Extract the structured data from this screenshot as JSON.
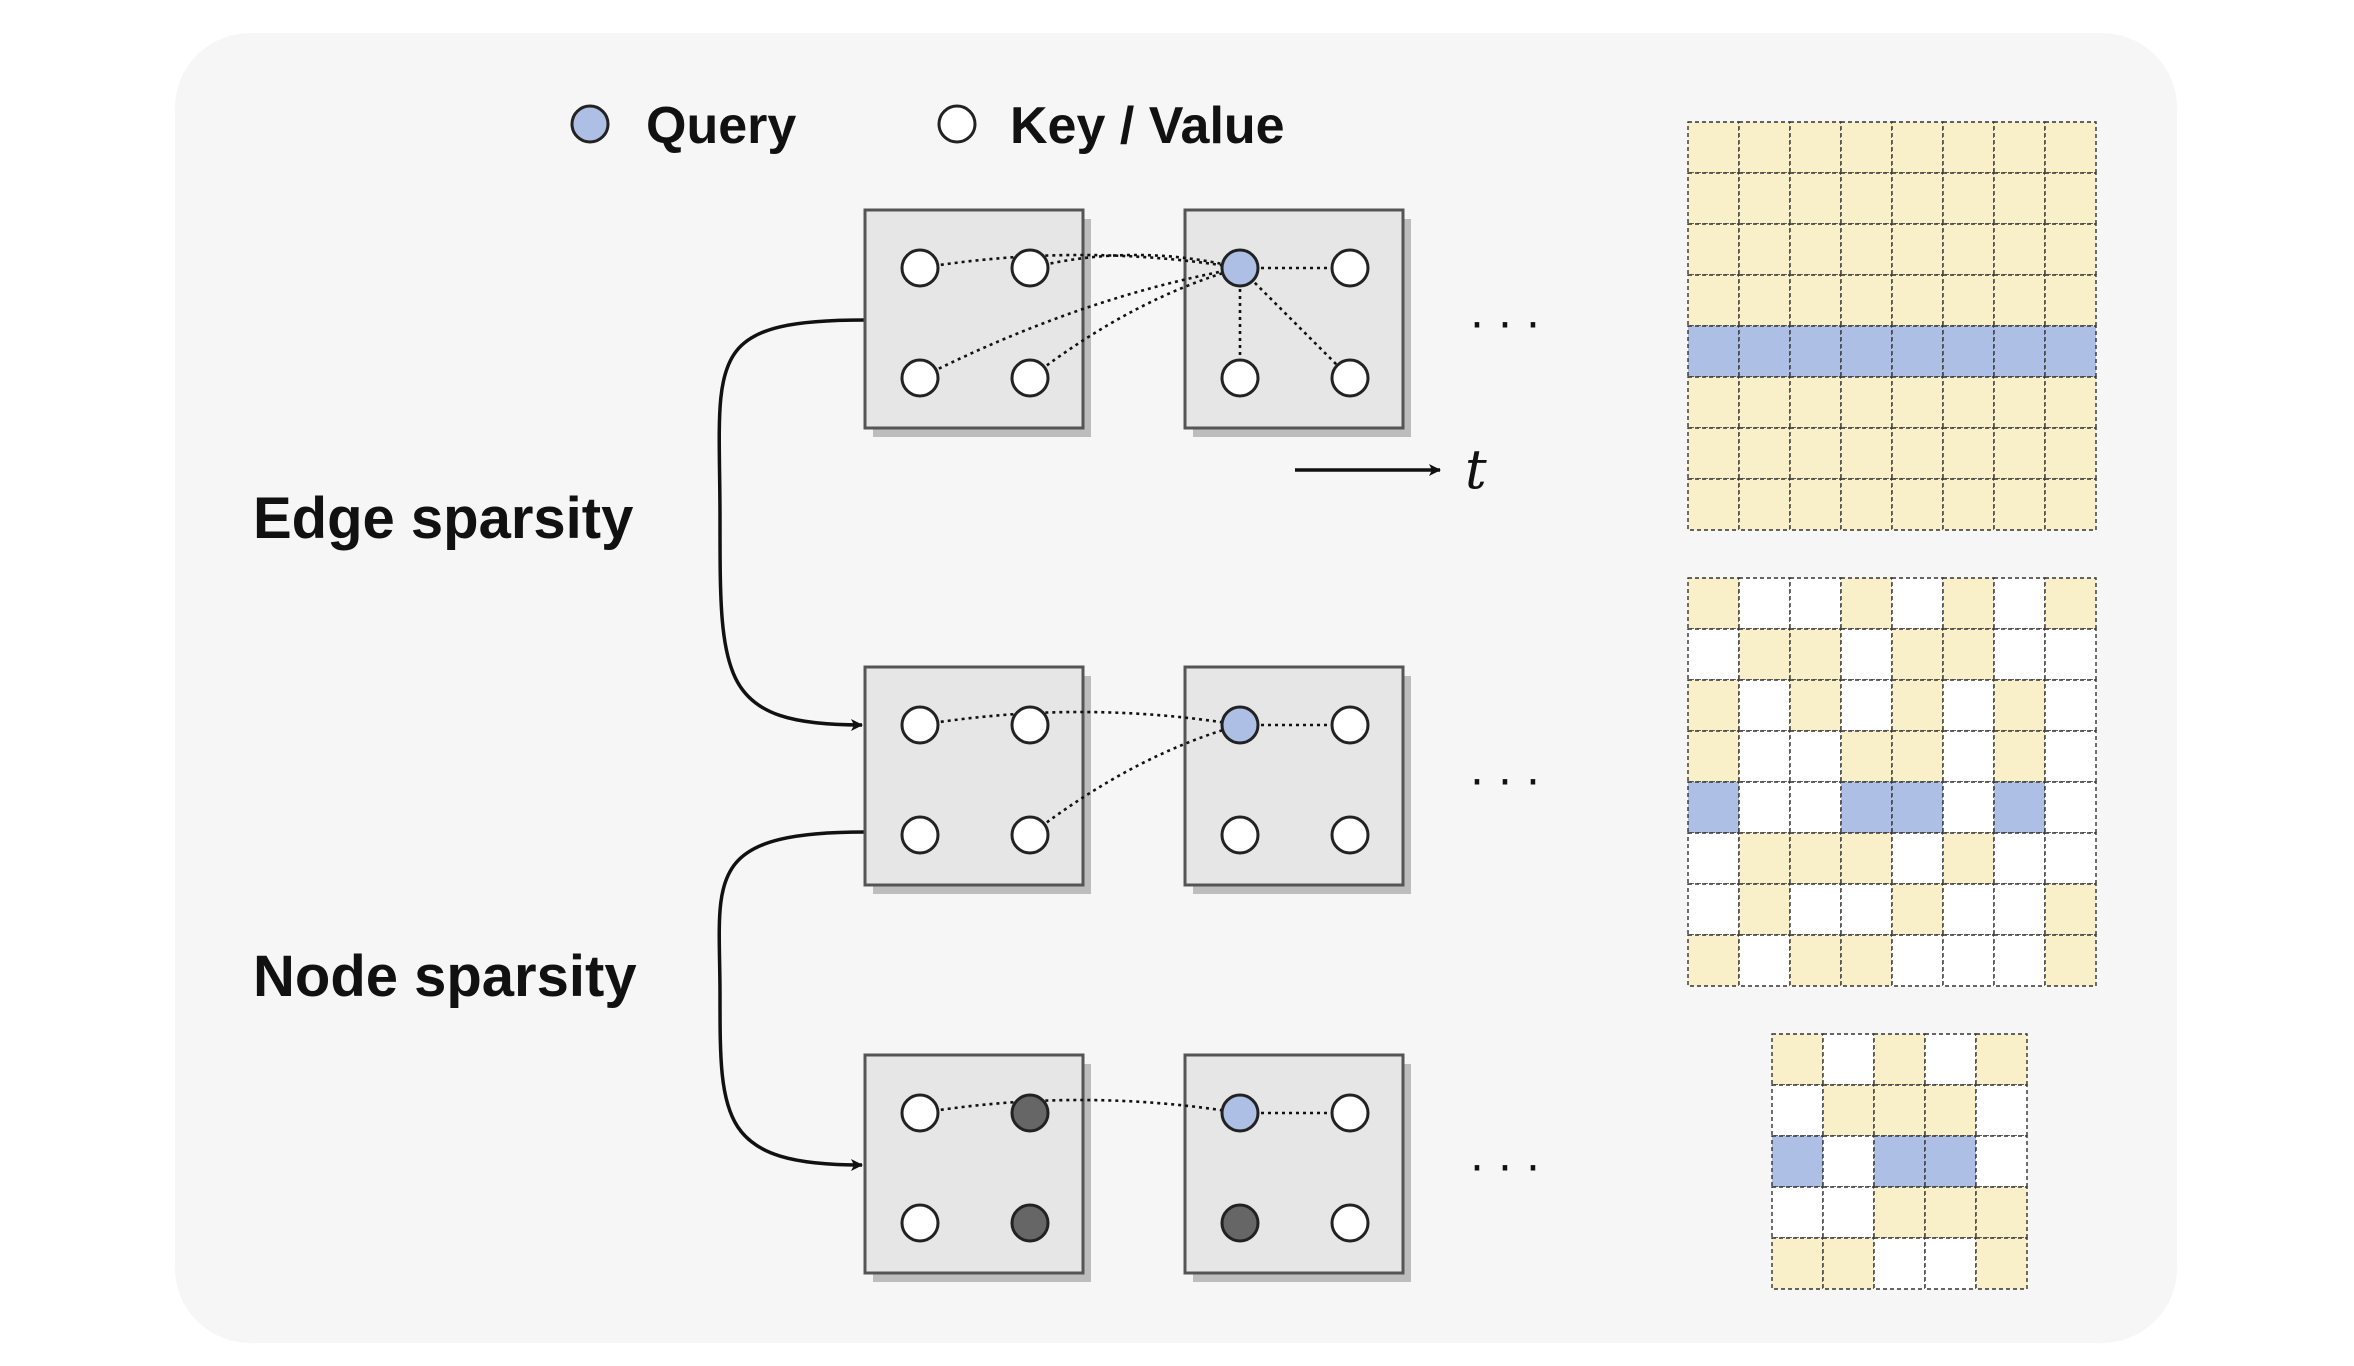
{
  "legend": {
    "query_label": "Query",
    "kv_label": "Key / Value"
  },
  "labels": {
    "edge_sparsity": "Edge sparsity",
    "node_sparsity": "Node sparsity",
    "time_axis": "t",
    "ellipsis": "· · ·"
  },
  "colors": {
    "background": "#f6f6f6",
    "frame_fill": "#e6e6e6",
    "frame_stroke": "#555555",
    "frame_shadow": "#bdbdbd",
    "query": "#aebfe5",
    "key_value": "#ffffff",
    "pruned_node": "#666666",
    "cell_attend": "#f9efc9",
    "cell_query": "#aebfe5",
    "cell_empty": "#ffffff"
  },
  "rows": [
    {
      "id": "dense",
      "frames": [
        {
          "nodes": [
            "kv",
            "kv",
            "kv",
            "kv"
          ]
        },
        {
          "nodes": [
            "query",
            "kv",
            "kv",
            "kv"
          ]
        }
      ],
      "edges": [
        [
          0,
          0
        ],
        [
          0,
          1
        ],
        [
          0,
          2
        ],
        [
          0,
          3
        ],
        [
          1,
          1
        ],
        [
          1,
          2
        ],
        [
          1,
          3
        ]
      ]
    },
    {
      "id": "edge-sparse",
      "frames": [
        {
          "nodes": [
            "kv",
            "kv",
            "kv",
            "kv"
          ]
        },
        {
          "nodes": [
            "query",
            "kv",
            "kv",
            "kv"
          ]
        }
      ],
      "edges": [
        [
          0,
          0
        ],
        [
          0,
          3
        ],
        [
          1,
          1
        ]
      ]
    },
    {
      "id": "node-sparse",
      "frames": [
        {
          "nodes": [
            "kv",
            "pruned",
            "kv",
            "pruned"
          ]
        },
        {
          "nodes": [
            "query",
            "kv",
            "pruned",
            "kv"
          ]
        }
      ],
      "edges": [
        [
          0,
          0
        ],
        [
          1,
          1
        ]
      ]
    }
  ],
  "matrices": [
    {
      "id": "dense-matrix",
      "size": 8,
      "grid": [
        "aaaaaaaa",
        "aaaaaaaa",
        "aaaaaaaa",
        "aaaaaaaa",
        "qqqqqqqq",
        "aaaaaaaa",
        "aaaaaaaa",
        "aaaaaaaa"
      ]
    },
    {
      "id": "edge-sparse-matrix",
      "size": 8,
      "grid": [
        "a..a.a.a",
        ".aa.aa..",
        "a.a.a.a.",
        "a..aa.a.",
        "q..qq.q.",
        ".aaa.a..",
        ".a..a..a",
        "a.aa...a"
      ]
    },
    {
      "id": "node-sparse-matrix",
      "size": 5,
      "grid": [
        "a.a.a",
        ".aaa.",
        "q.qq.",
        "..aaa",
        "aa..a"
      ]
    }
  ]
}
